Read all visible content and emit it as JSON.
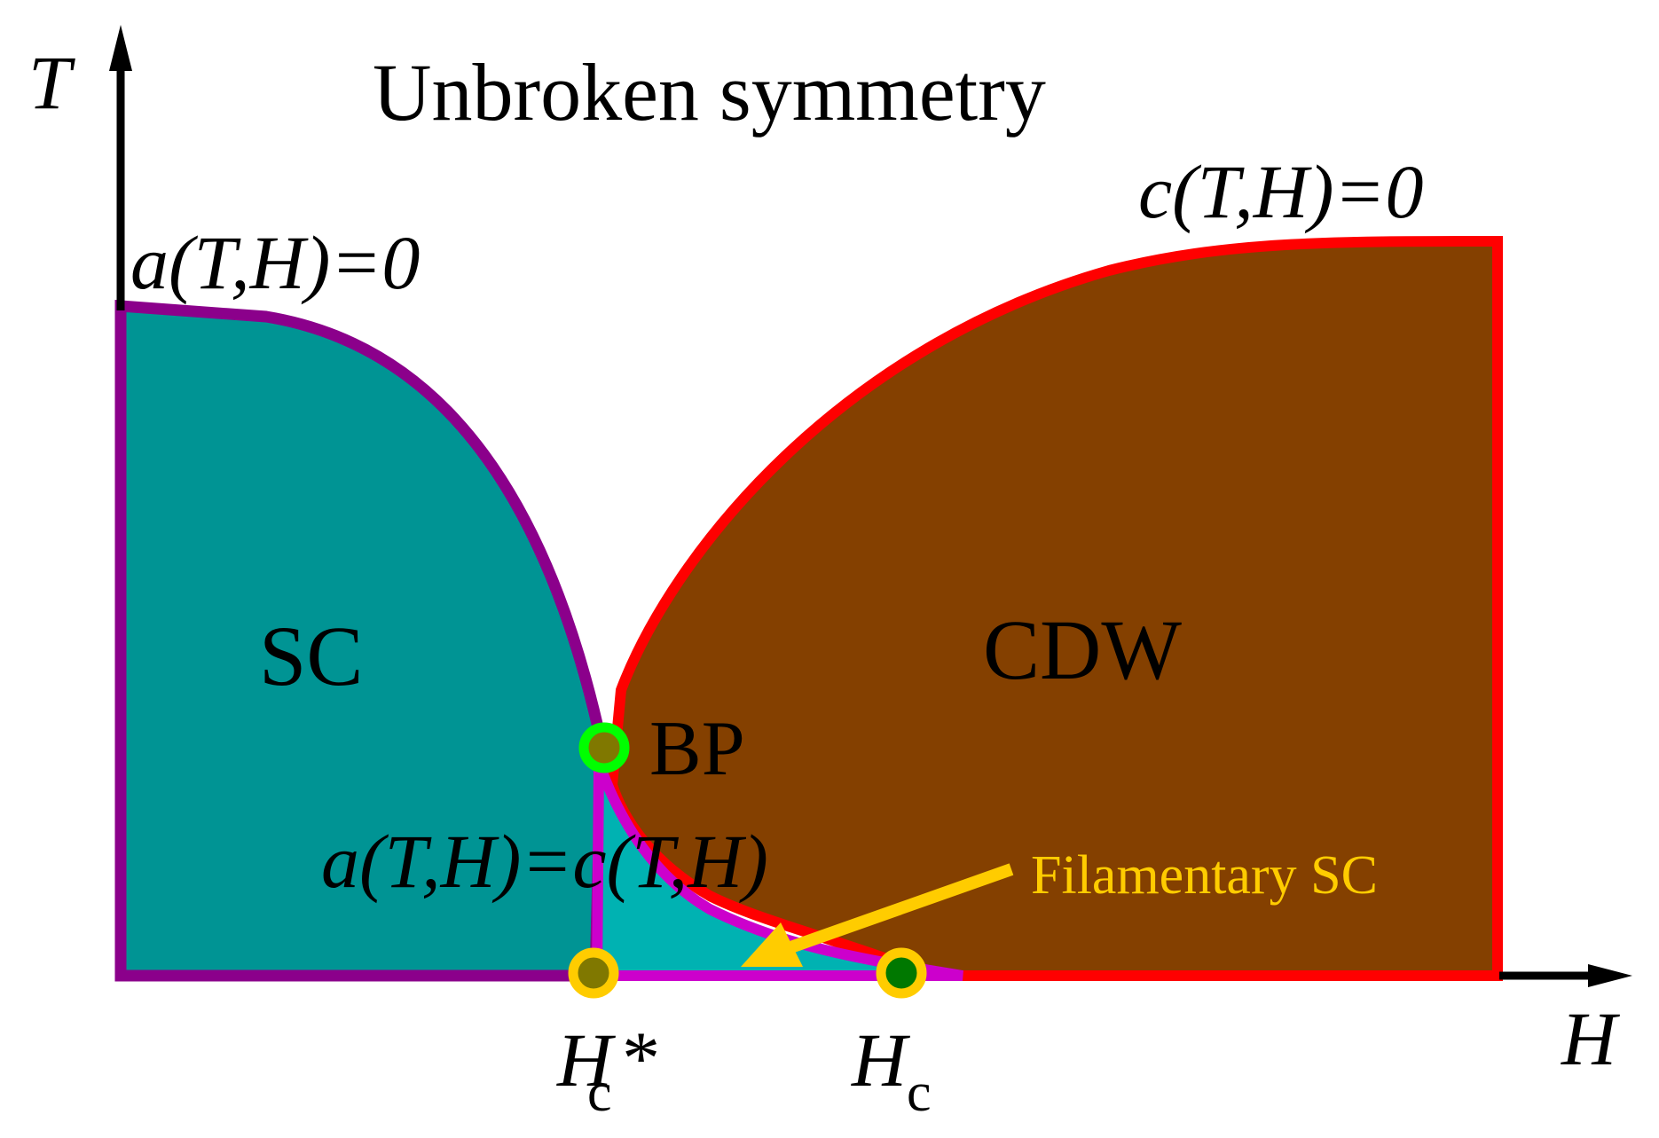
{
  "diagram": {
    "title": "Unbroken symmetry",
    "axes": {
      "y_label": "T",
      "x_label": "H"
    },
    "regions": {
      "sc": {
        "label": "SC",
        "fill": "#009494",
        "border": "#8B008B"
      },
      "cdw": {
        "label": "CDW",
        "fill": "#844000",
        "border": "#FF0000"
      },
      "filamentary": {
        "label": "Filamentary SC",
        "fill": "#00B2B2",
        "border": "#CC00CC",
        "label_color": "#FFCC00"
      }
    },
    "curves": {
      "a_boundary": "a(T,H)=0",
      "c_boundary": "c(T,H)=0",
      "equal_boundary": "a(T,H)=c(T,H)"
    },
    "points": {
      "bp": {
        "label": "BP",
        "fill": "#807800",
        "ring": "#00FF00"
      },
      "hc_star": {
        "label_main": "H",
        "label_sub": "c",
        "label_sup": "*",
        "fill": "#807800",
        "ring": "#FFCC00"
      },
      "hc": {
        "label_main": "H",
        "label_sub": "c",
        "fill": "#007800",
        "ring": "#FFCC00"
      }
    }
  }
}
